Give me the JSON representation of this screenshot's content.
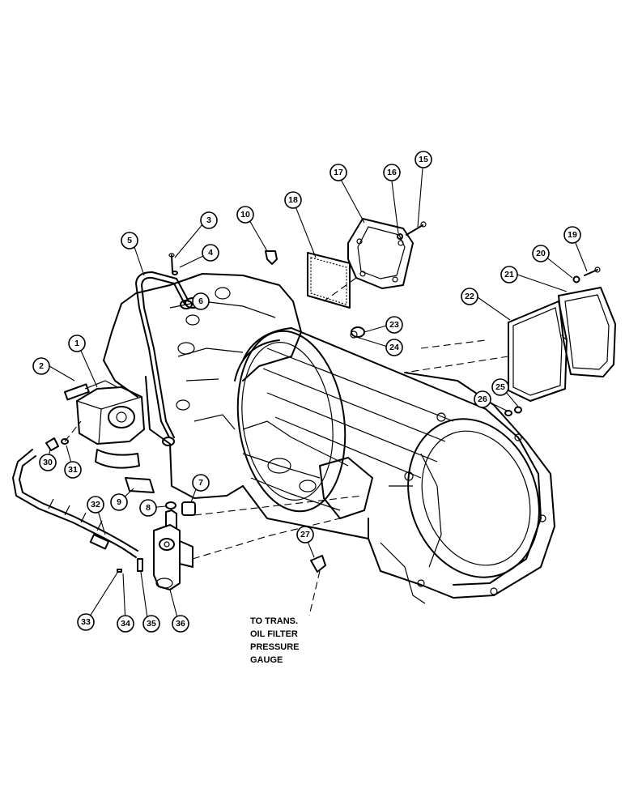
{
  "callouts": [
    {
      "id": "callout-1",
      "label": "1"
    },
    {
      "id": "callout-2",
      "label": "2"
    },
    {
      "id": "callout-3",
      "label": "3"
    },
    {
      "id": "callout-4",
      "label": "4"
    },
    {
      "id": "callout-5",
      "label": "5"
    },
    {
      "id": "callout-6",
      "label": "6"
    },
    {
      "id": "callout-7",
      "label": "7"
    },
    {
      "id": "callout-8",
      "label": "8"
    },
    {
      "id": "callout-9",
      "label": "9"
    },
    {
      "id": "callout-10",
      "label": "10"
    },
    {
      "id": "callout-15",
      "label": "15"
    },
    {
      "id": "callout-16",
      "label": "16"
    },
    {
      "id": "callout-17",
      "label": "17"
    },
    {
      "id": "callout-18",
      "label": "18"
    },
    {
      "id": "callout-19",
      "label": "19"
    },
    {
      "id": "callout-20",
      "label": "20"
    },
    {
      "id": "callout-21",
      "label": "21"
    },
    {
      "id": "callout-22",
      "label": "22"
    },
    {
      "id": "callout-23",
      "label": "23"
    },
    {
      "id": "callout-24",
      "label": "24"
    },
    {
      "id": "callout-25",
      "label": "25"
    },
    {
      "id": "callout-26",
      "label": "26"
    },
    {
      "id": "callout-27",
      "label": "27"
    },
    {
      "id": "callout-30",
      "label": "30"
    },
    {
      "id": "callout-31",
      "label": "31"
    },
    {
      "id": "callout-32",
      "label": "32"
    },
    {
      "id": "callout-33",
      "label": "33"
    },
    {
      "id": "callout-34",
      "label": "34"
    },
    {
      "id": "callout-35",
      "label": "35"
    },
    {
      "id": "callout-36",
      "label": "36"
    }
  ],
  "note": {
    "line1": "TO TRANS.",
    "line2": "OIL FILTER",
    "line3": "PRESSURE",
    "line4": "GAUGE"
  }
}
